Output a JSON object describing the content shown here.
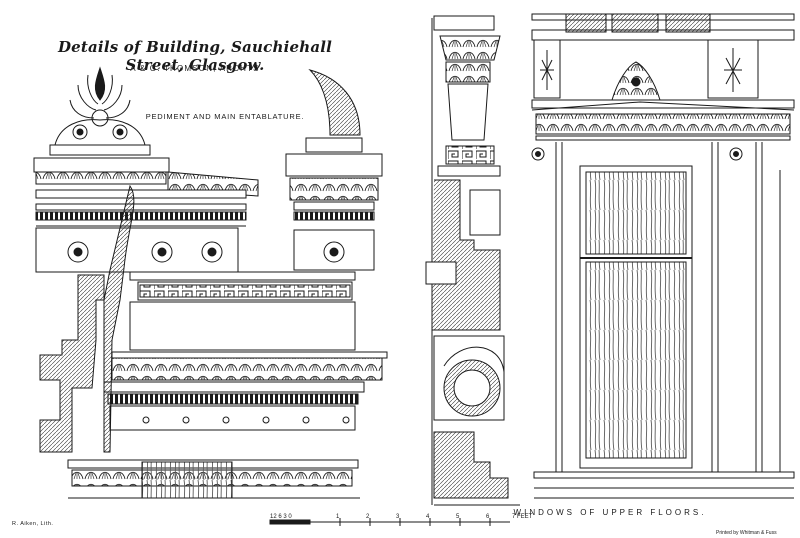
{
  "plate": {
    "title": "Details of Building, Sauchiehall Street, Glasgow.",
    "architect": "A & G. THOMSON, ARCHTS",
    "subtitle": "PEDIMENT AND MAIN ENTABLATURE.",
    "windows_caption": "WINDOWS OF UPPER FLOORS.",
    "lithographer": "R. Aiken, Lith.",
    "printer": "Printed by Whitman & Fuss",
    "scale": {
      "labels": [
        "12 6 3 0",
        "1",
        "2",
        "3",
        "4",
        "5",
        "6",
        "7 FEET"
      ]
    }
  },
  "colors": {
    "ink": "#1a1a1a",
    "paper": "#ffffff",
    "wood_grain": "#5a5a5a"
  }
}
